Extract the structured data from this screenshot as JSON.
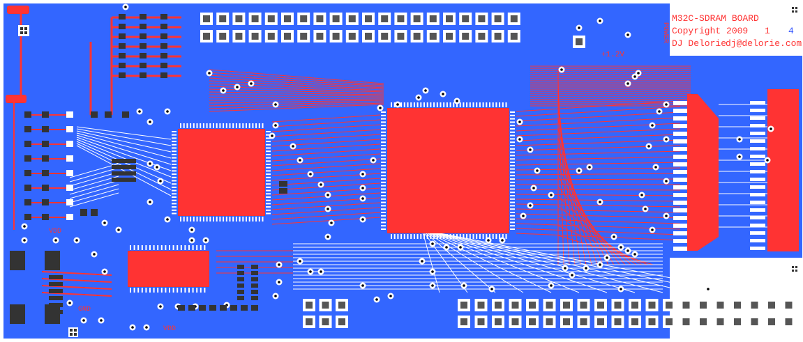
{
  "board": {
    "title": "M32C-SDRAM BOARD",
    "copyright": "Copyright 2009",
    "sheet": "1",
    "sheet_total": "4",
    "author": "DJ Delorie",
    "email": "dj@delorie.com"
  },
  "labels": {
    "power": "POWER",
    "v12": "+1.2V",
    "vdd_left": "VDD",
    "gnd": "GND",
    "vdd_bottom": "VDD"
  },
  "colors": {
    "board": "#3366ff",
    "copper": "#ff3333",
    "pad": "#ffffff",
    "hole": "#000000"
  }
}
